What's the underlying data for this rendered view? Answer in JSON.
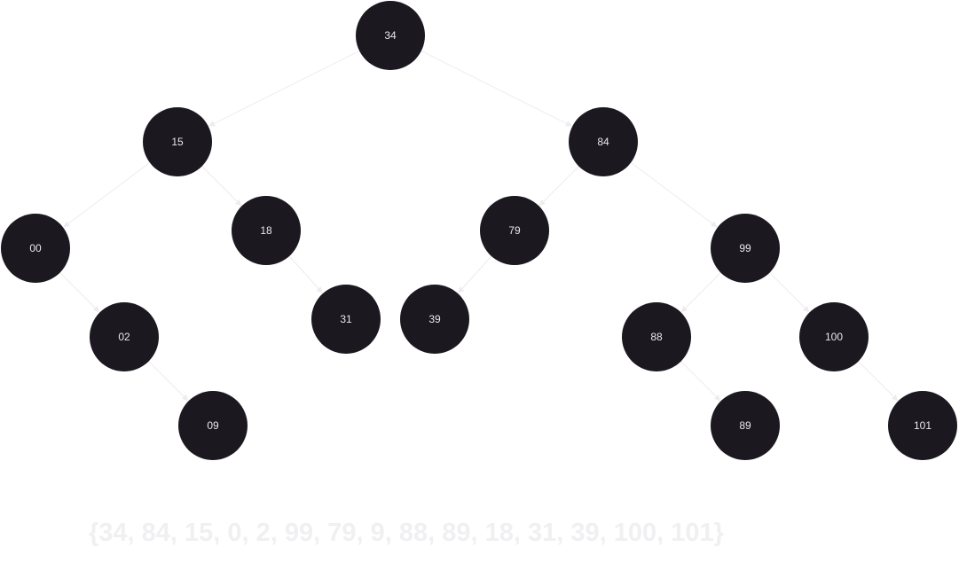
{
  "diagram": {
    "type": "binary-search-tree",
    "node_fill": "#1b1820",
    "node_text_color": "#e8e8ee",
    "edge_color": "#ececef",
    "nodes": [
      {
        "id": "n34",
        "label": "34"
      },
      {
        "id": "n15",
        "label": "15"
      },
      {
        "id": "n84",
        "label": "84"
      },
      {
        "id": "n00",
        "label": "00"
      },
      {
        "id": "n18",
        "label": "18"
      },
      {
        "id": "n79",
        "label": "79"
      },
      {
        "id": "n99",
        "label": "99"
      },
      {
        "id": "n02",
        "label": "02"
      },
      {
        "id": "n31",
        "label": "31"
      },
      {
        "id": "n39",
        "label": "39"
      },
      {
        "id": "n88",
        "label": "88"
      },
      {
        "id": "n100",
        "label": "100"
      },
      {
        "id": "n09",
        "label": "09"
      },
      {
        "id": "n89",
        "label": "89"
      },
      {
        "id": "n101",
        "label": "101"
      }
    ],
    "edges": [
      {
        "from": "n34",
        "to": "n15"
      },
      {
        "from": "n34",
        "to": "n84"
      },
      {
        "from": "n15",
        "to": "n00"
      },
      {
        "from": "n15",
        "to": "n18"
      },
      {
        "from": "n00",
        "to": "n02"
      },
      {
        "from": "n02",
        "to": "n09"
      },
      {
        "from": "n18",
        "to": "n31"
      },
      {
        "from": "n84",
        "to": "n79"
      },
      {
        "from": "n84",
        "to": "n99"
      },
      {
        "from": "n79",
        "to": "n39"
      },
      {
        "from": "n99",
        "to": "n88"
      },
      {
        "from": "n99",
        "to": "n100"
      },
      {
        "from": "n88",
        "to": "n89"
      },
      {
        "from": "n100",
        "to": "n101"
      }
    ]
  },
  "sequence_text": "{34, 84, 15, 0, 2, 99, 79, 9, 88, 89, 18, 31, 39, 100, 101}"
}
